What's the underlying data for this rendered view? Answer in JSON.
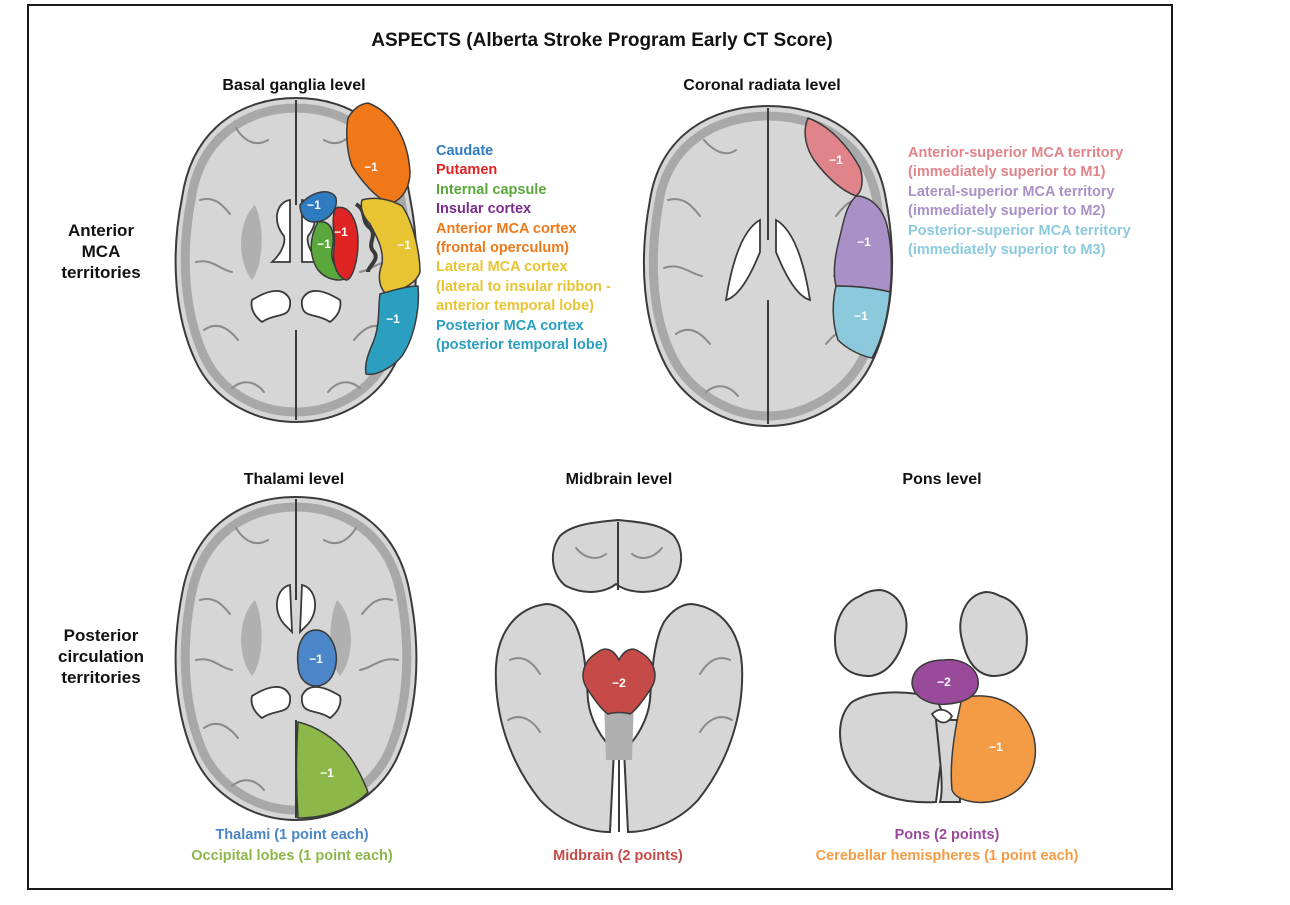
{
  "title": "ASPECTS (Alberta Stroke Program Early CT Score)",
  "levels": {
    "basal_ganglia": "Basal ganglia level",
    "coronal_radiata": "Coronal radiata level",
    "thalami": "Thalami level",
    "midbrain": "Midbrain level",
    "pons": "Pons level"
  },
  "row_labels": {
    "anterior": [
      "Anterior",
      "MCA",
      "territories"
    ],
    "posterior": [
      "Posterior",
      "circulation",
      "territories"
    ]
  },
  "legend_basal": [
    {
      "text": "Caudate",
      "color": "#2f7bc0"
    },
    {
      "text": "Putamen",
      "color": "#e02424"
    },
    {
      "text": "Internal capsule",
      "color": "#5aa83c"
    },
    {
      "text": "Insular cortex",
      "color": "#7b2d8e"
    },
    {
      "text": "Anterior MCA cortex",
      "color": "#f07818"
    },
    {
      "text": "(frontal operculum)",
      "color": "#f07818"
    },
    {
      "text": "Lateral MCA cortex",
      "color": "#e8c432"
    },
    {
      "text": "(lateral to insular ribbon -",
      "color": "#e8c432"
    },
    {
      "text": "anterior temporal lobe)",
      "color": "#e8c432"
    },
    {
      "text": "Posterior MCA cortex",
      "color": "#2a9fc0"
    },
    {
      "text": "(posterior temporal lobe)",
      "color": "#2a9fc0"
    }
  ],
  "legend_coronal": [
    {
      "text": "Anterior-superior MCA territory",
      "color": "#e0848a"
    },
    {
      "text": "(immediately superior to M1)",
      "color": "#e0848a"
    },
    {
      "text": "Lateral-superior MCA territory",
      "color": "#a990c6"
    },
    {
      "text": "(immediately superior to M2)",
      "color": "#a990c6"
    },
    {
      "text": "Posterior-superior MCA territory",
      "color": "#8cc9dc"
    },
    {
      "text": "(immediately superior to M3)",
      "color": "#8cc9dc"
    }
  ],
  "captions": {
    "thalami": [
      {
        "text": "Thalami (1 point each)",
        "color": "#4a86c8"
      },
      {
        "text": "Occipital lobes (1 point each)",
        "color": "#8cb84a"
      }
    ],
    "midbrain": [
      {
        "text": "Midbrain (2 points)",
        "color": "#c54a48"
      }
    ],
    "pons": [
      {
        "text": "Pons (2 points)",
        "color": "#9a4a9a"
      },
      {
        "text": "Cerebellar hemispheres (1 point each)",
        "color": "#f49b45"
      }
    ]
  },
  "region_scores": {
    "anterior_mca": "−1",
    "caudate": "−1",
    "internal_capsule": "−1",
    "putamen": "−1",
    "lateral_mca": "−1",
    "posterior_mca": "−1",
    "cor_anterior": "−1",
    "cor_lateral": "−1",
    "cor_posterior": "−1",
    "thalamus": "−1",
    "occipital": "−1",
    "midbrain": "−2",
    "pons": "−2",
    "cerebellum": "−1"
  },
  "colors": {
    "anterior_mca": "#f07818",
    "caudate": "#2f7bc0",
    "putamen": "#e02424",
    "internal_capsule": "#5aa83c",
    "insular": "#7b2d8e",
    "lateral_mca": "#e8c432",
    "posterior_mca": "#2a9fc0",
    "cor_anterior": "#e0848a",
    "cor_lateral": "#a990c6",
    "cor_posterior": "#8cc9dc",
    "thalamus": "#4a86c8",
    "occipital": "#8cb84a",
    "midbrain": "#c54a48",
    "pons": "#9a4a9a",
    "cerebellum": "#f49b45"
  }
}
